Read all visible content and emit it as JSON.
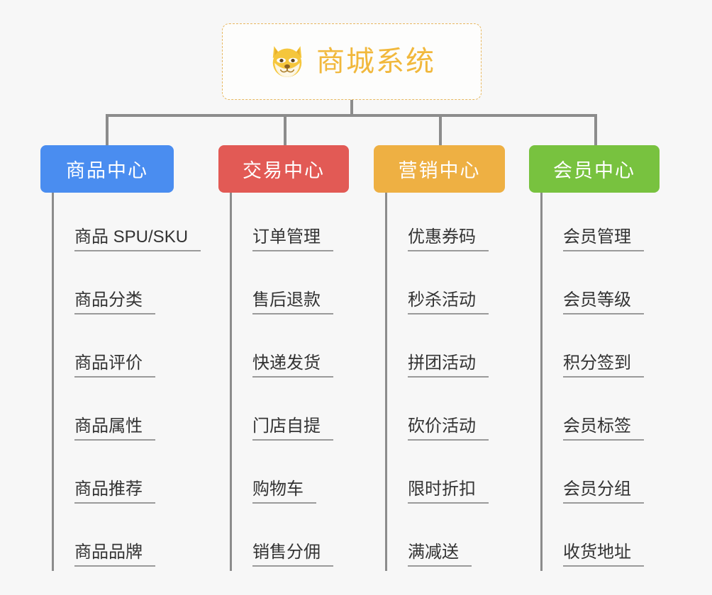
{
  "diagram": {
    "title": "商城系统",
    "icon": "shiba-dog-face-icon",
    "background_color": "#f7f7f7",
    "root_border_color": "#e8b860",
    "root_text_color": "#f1b83c",
    "connector_color": "#8c8c8c",
    "leaf_text_color": "#333333",
    "leaf_underline_color": "#9a9a9a"
  },
  "branches": [
    {
      "label": "商品中心",
      "color": "#4a8df0",
      "items": [
        {
          "label": "商品 SPU/SKU"
        },
        {
          "label": "商品分类"
        },
        {
          "label": "商品评价"
        },
        {
          "label": "商品属性"
        },
        {
          "label": "商品推荐"
        },
        {
          "label": "商品品牌"
        }
      ]
    },
    {
      "label": "交易中心",
      "color": "#e25a55",
      "items": [
        {
          "label": "订单管理"
        },
        {
          "label": "售后退款"
        },
        {
          "label": "快递发货"
        },
        {
          "label": "门店自提"
        },
        {
          "label": "购物车"
        },
        {
          "label": "销售分佣"
        }
      ]
    },
    {
      "label": "营销中心",
      "color": "#eeb043",
      "items": [
        {
          "label": "优惠券码"
        },
        {
          "label": "秒杀活动"
        },
        {
          "label": "拼团活动"
        },
        {
          "label": "砍价活动"
        },
        {
          "label": "限时折扣"
        },
        {
          "label": "满减送"
        }
      ]
    },
    {
      "label": "会员中心",
      "color": "#78c23f",
      "items": [
        {
          "label": "会员管理"
        },
        {
          "label": "会员等级"
        },
        {
          "label": "积分签到"
        },
        {
          "label": "会员标签"
        },
        {
          "label": "会员分组"
        },
        {
          "label": "收货地址"
        }
      ]
    }
  ]
}
